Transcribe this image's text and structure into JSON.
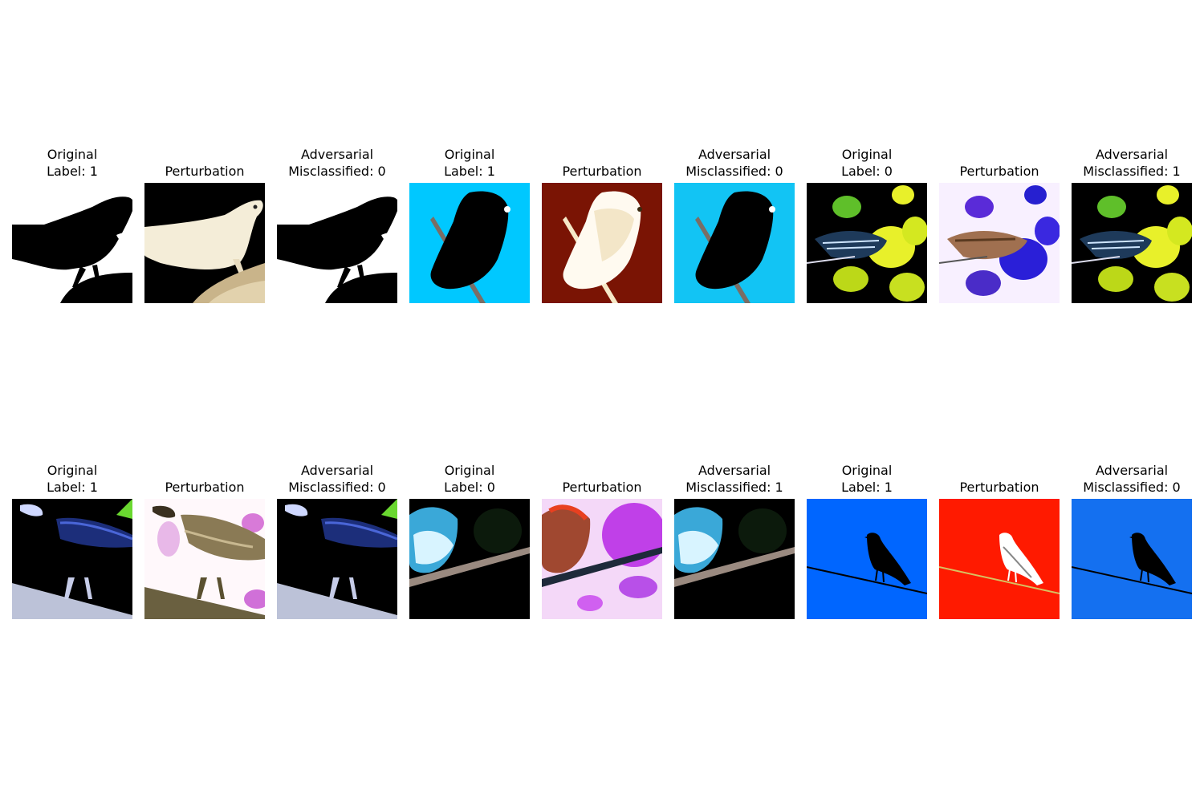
{
  "figure": {
    "rows": [
      {
        "groups": [
          {
            "original": {
              "line1": "Original",
              "line2": "Label: 1"
            },
            "perturbation": {
              "line1": "Perturbation"
            },
            "adversarial": {
              "line1": "Adversarial",
              "line2": "Misclassified: 0"
            }
          },
          {
            "original": {
              "line1": "Original",
              "line2": "Label: 1"
            },
            "perturbation": {
              "line1": "Perturbation"
            },
            "adversarial": {
              "line1": "Adversarial",
              "line2": "Misclassified: 0"
            }
          },
          {
            "original": {
              "line1": "Original",
              "line2": "Label: 0"
            },
            "perturbation": {
              "line1": "Perturbation"
            },
            "adversarial": {
              "line1": "Adversarial",
              "line2": "Misclassified: 1"
            }
          }
        ]
      },
      {
        "groups": [
          {
            "original": {
              "line1": "Original",
              "line2": "Label: 1"
            },
            "perturbation": {
              "line1": "Perturbation"
            },
            "adversarial": {
              "line1": "Adversarial",
              "line2": "Misclassified: 0"
            }
          },
          {
            "original": {
              "line1": "Original",
              "line2": "Label: 0"
            },
            "perturbation": {
              "line1": "Perturbation"
            },
            "adversarial": {
              "line1": "Adversarial",
              "line2": "Misclassified: 1"
            }
          },
          {
            "original": {
              "line1": "Original",
              "line2": "Label: 1"
            },
            "perturbation": {
              "line1": "Perturbation"
            },
            "adversarial": {
              "line1": "Adversarial",
              "line2": "Misclassified: 0"
            }
          }
        ]
      }
    ]
  }
}
